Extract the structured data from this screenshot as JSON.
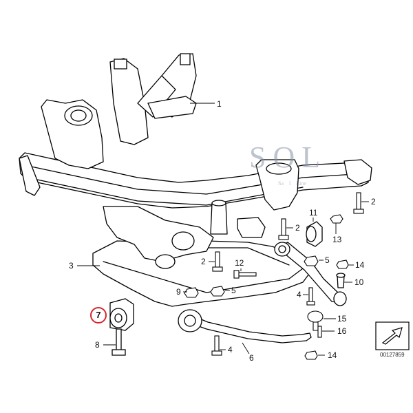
{
  "callouts": {
    "c1": "1",
    "c2a": "2",
    "c2b": "2",
    "c2c": "2",
    "c3": "3",
    "c4a": "4",
    "c4b": "4",
    "c5a": "5",
    "c5b": "5",
    "c6": "6",
    "c7": "7",
    "c8": "8",
    "c9": "9",
    "c10": "10",
    "c11": "11",
    "c12": "12",
    "c13": "13",
    "c14a": "14",
    "c14b": "14",
    "c15": "15",
    "c16": "16"
  },
  "highlight_color": "#d8252b",
  "watermark": {
    "logo": "SOL",
    "tagline": "Sa    l    Line"
  },
  "document_id": "00127859"
}
